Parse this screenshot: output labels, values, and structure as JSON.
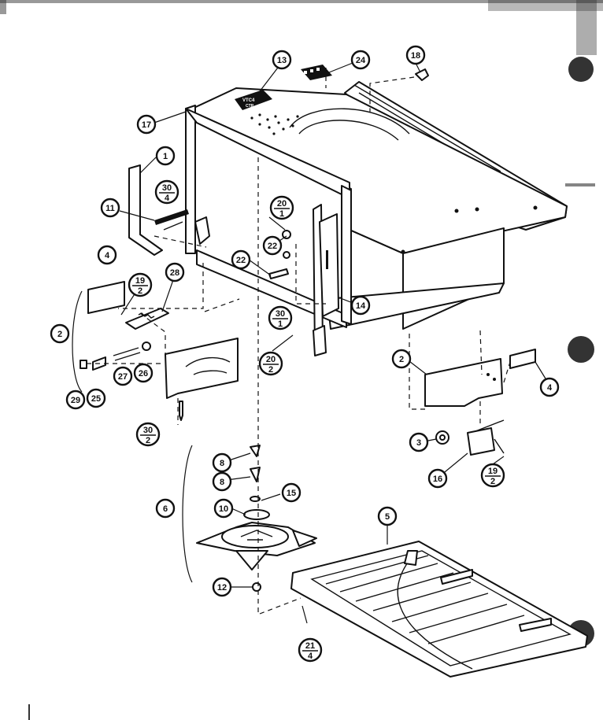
{
  "label_text": {
    "13": "VTC4",
    "13b": "CTR"
  },
  "callouts": [
    {
      "id": "c1",
      "top": "1"
    },
    {
      "id": "c2a",
      "top": "2"
    },
    {
      "id": "c2b",
      "top": "2"
    },
    {
      "id": "c3",
      "top": "3"
    },
    {
      "id": "c4a",
      "top": "4"
    },
    {
      "id": "c4b",
      "top": "4"
    },
    {
      "id": "c5",
      "top": "5"
    },
    {
      "id": "c6",
      "top": "6"
    },
    {
      "id": "c8a",
      "top": "8"
    },
    {
      "id": "c8b",
      "top": "8"
    },
    {
      "id": "c10",
      "top": "10"
    },
    {
      "id": "c11",
      "top": "11"
    },
    {
      "id": "c12",
      "top": "12"
    },
    {
      "id": "c13",
      "top": "13"
    },
    {
      "id": "c14",
      "top": "14"
    },
    {
      "id": "c15",
      "top": "15"
    },
    {
      "id": "c16",
      "top": "16"
    },
    {
      "id": "c17",
      "top": "17"
    },
    {
      "id": "c18",
      "top": "18"
    },
    {
      "id": "c22a",
      "top": "22"
    },
    {
      "id": "c22b",
      "top": "22"
    },
    {
      "id": "c24",
      "top": "24"
    },
    {
      "id": "c25",
      "top": "25"
    },
    {
      "id": "c26",
      "top": "26"
    },
    {
      "id": "c27",
      "top": "27"
    },
    {
      "id": "c28",
      "top": "28"
    },
    {
      "id": "c29",
      "top": "29"
    },
    {
      "id": "c30_4",
      "top": "30",
      "bottom": "4"
    },
    {
      "id": "c19_2a",
      "top": "19",
      "bottom": "2"
    },
    {
      "id": "c19_2b",
      "top": "19",
      "bottom": "2"
    },
    {
      "id": "c20_1",
      "top": "20",
      "bottom": "1"
    },
    {
      "id": "c20_2",
      "top": "20",
      "bottom": "2"
    },
    {
      "id": "c30_1",
      "top": "30",
      "bottom": "1"
    },
    {
      "id": "c30_2",
      "top": "30",
      "bottom": "2"
    },
    {
      "id": "c21_4",
      "top": "21",
      "bottom": "4"
    }
  ]
}
